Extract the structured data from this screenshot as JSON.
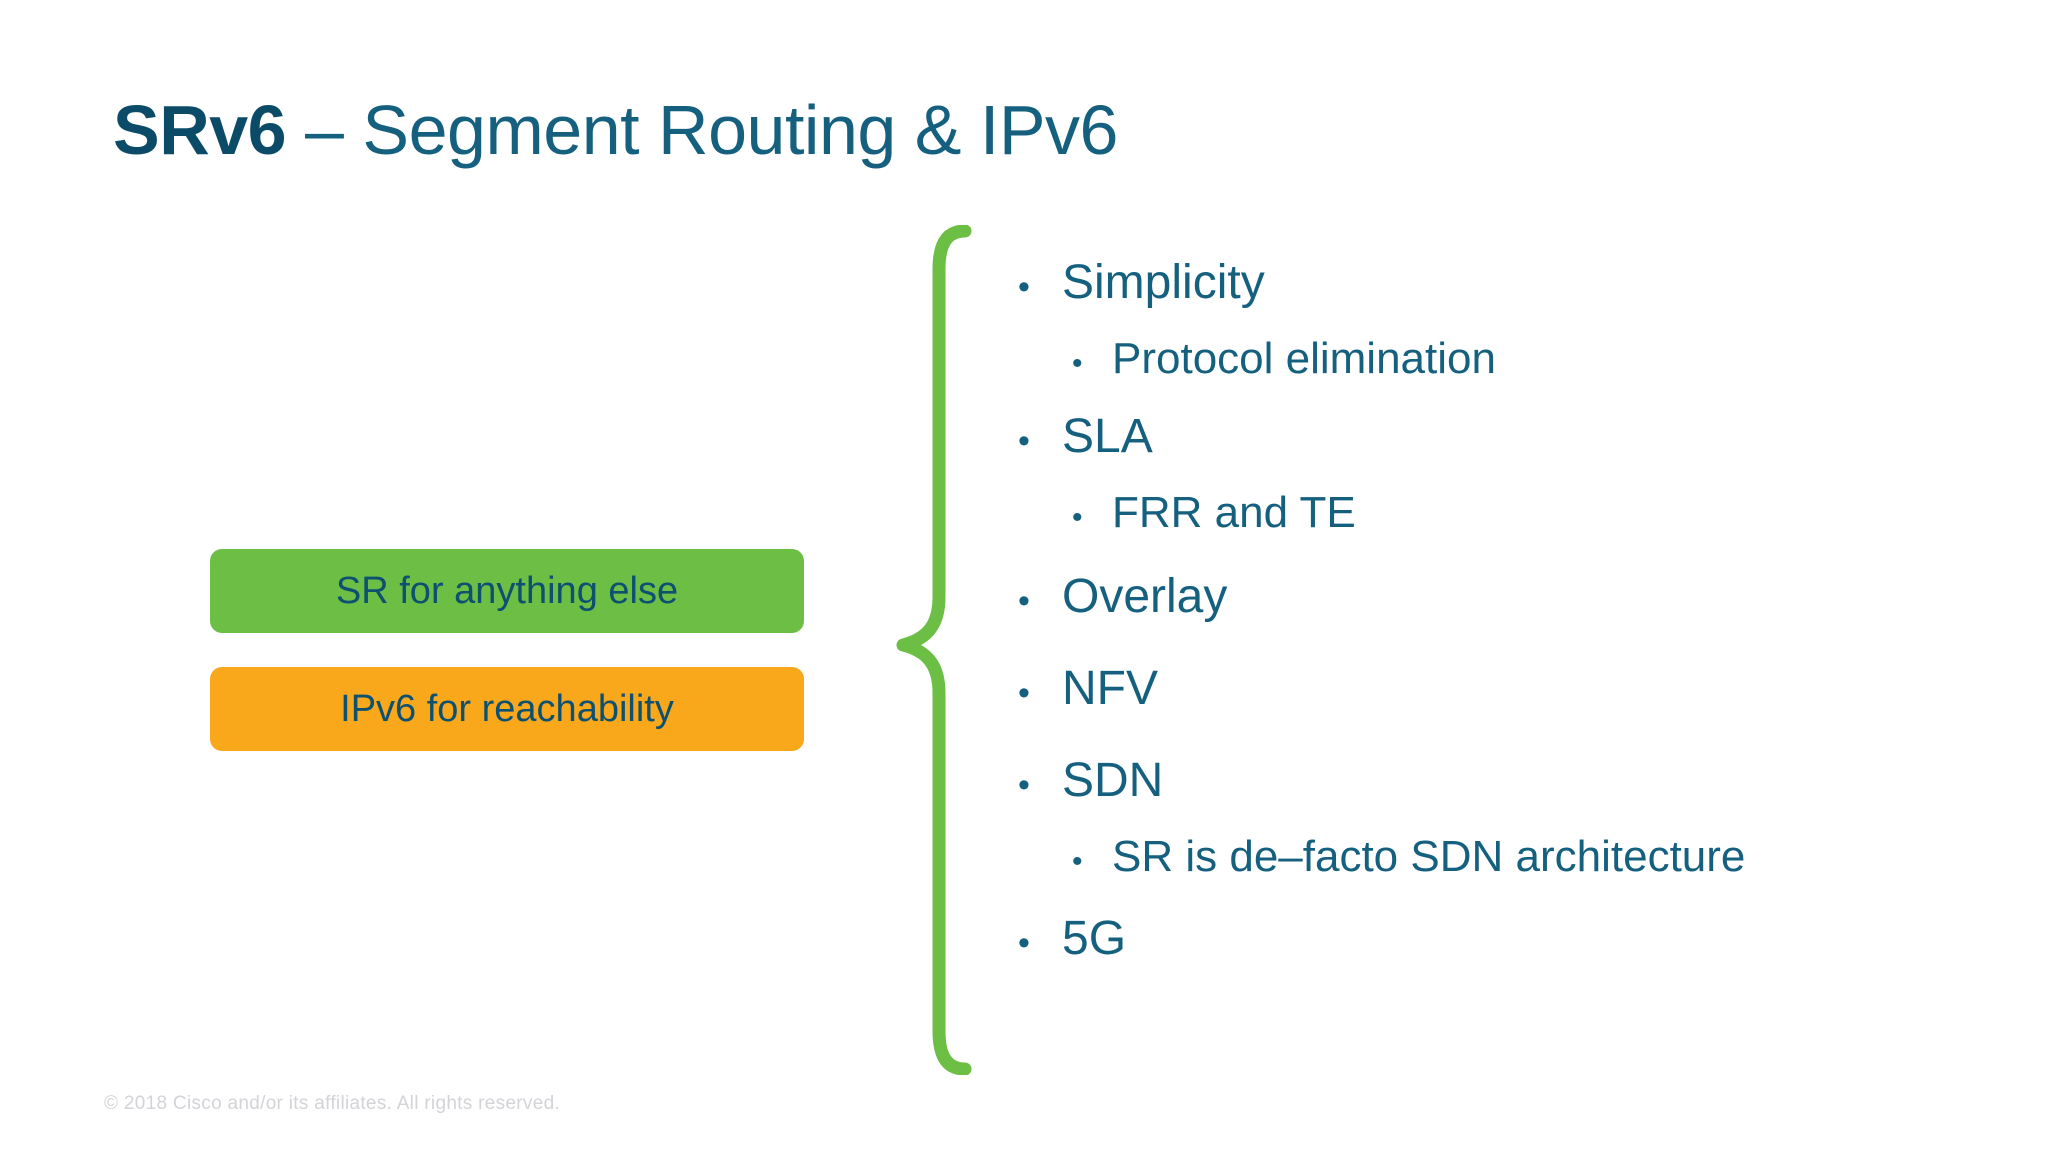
{
  "slide": {
    "background_color": "#FFFFFF",
    "title": {
      "strong": "SRv6",
      "rest": " – Segment Routing & IPv6",
      "strong_color": "#0C4B68",
      "rest_color": "#15607F"
    },
    "footer": "© 2018  Cisco and/or its affiliates. All rights reserved."
  },
  "callouts": [
    {
      "id": "sr-for-anything-else",
      "label": "SR for anything else",
      "fill": "#6CBE45",
      "text_color": "#0D5070"
    },
    {
      "id": "ipv6-for-reachability",
      "label": "IPv6 for reachability",
      "fill": "#F9A81B",
      "text_color": "#0D5070"
    }
  ],
  "brace": {
    "icon": "curly-brace-left-icon",
    "color": "#6CBE45",
    "orientation": "left-pointing"
  },
  "bullets": [
    {
      "level": 1,
      "marker": "•",
      "text": "Simplicity"
    },
    {
      "level": 2,
      "marker": "•",
      "text": "Protocol elimination"
    },
    {
      "level": 1,
      "marker": "•",
      "text": "SLA"
    },
    {
      "level": 2,
      "marker": "•",
      "text": "FRR and TE"
    },
    {
      "level": 1,
      "marker": "•",
      "text": "Overlay"
    },
    {
      "level": 1,
      "marker": "•",
      "text": "NFV"
    },
    {
      "level": 1,
      "marker": "•",
      "text": "SDN"
    },
    {
      "level": 2,
      "marker": "•",
      "text": "SR is de–facto SDN architecture"
    },
    {
      "level": 1,
      "marker": "•",
      "text": "5G"
    }
  ]
}
